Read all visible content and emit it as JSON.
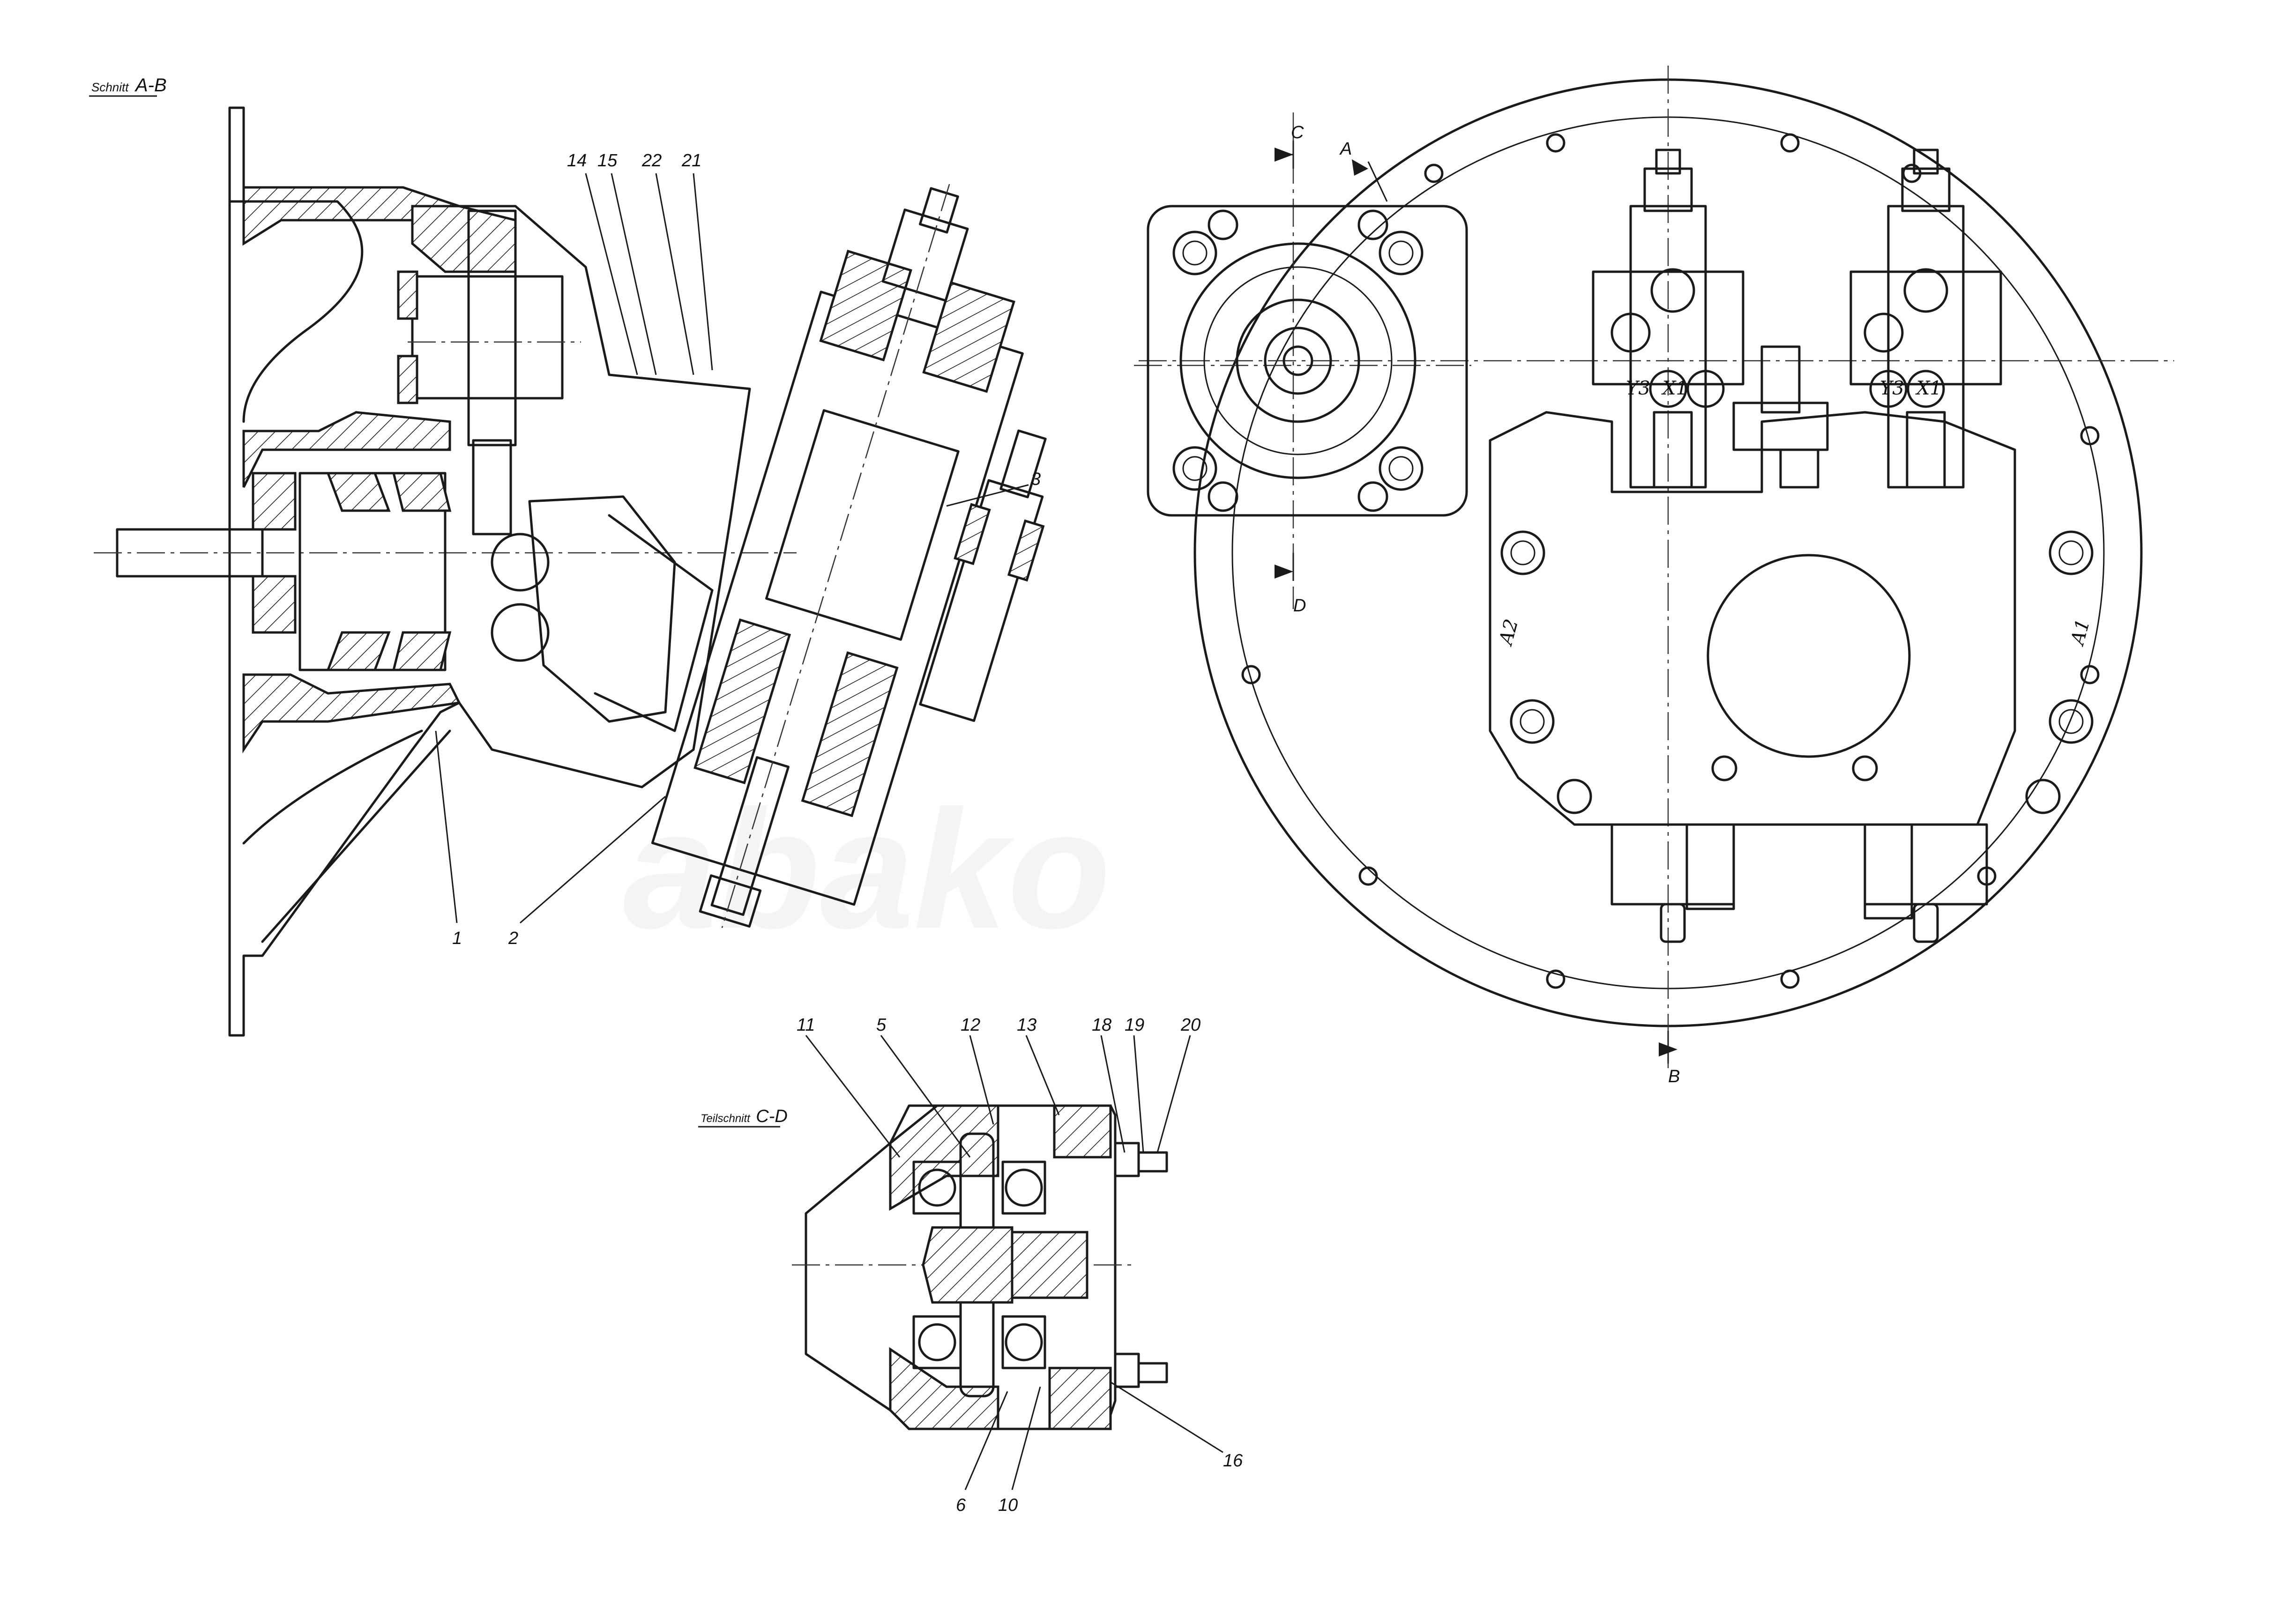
{
  "watermark": "abako",
  "section_ab": {
    "prefix": "Schnitt",
    "name": "A-B",
    "callouts": [
      "14",
      "15",
      "22",
      "21",
      "3",
      "1",
      "2"
    ]
  },
  "section_cd": {
    "prefix": "Teilschnitt",
    "name": "C-D",
    "callouts": [
      "11",
      "5",
      "12",
      "13",
      "18",
      "19",
      "20",
      "16",
      "6",
      "10"
    ]
  },
  "end_view": {
    "section_marks": [
      "C",
      "A",
      "D",
      "B"
    ],
    "ports": {
      "y3_left": "Y3",
      "x1_left": "X1",
      "y3_right": "Y3",
      "x1_right": "X1",
      "a2": "A2",
      "a1": "A1"
    }
  }
}
